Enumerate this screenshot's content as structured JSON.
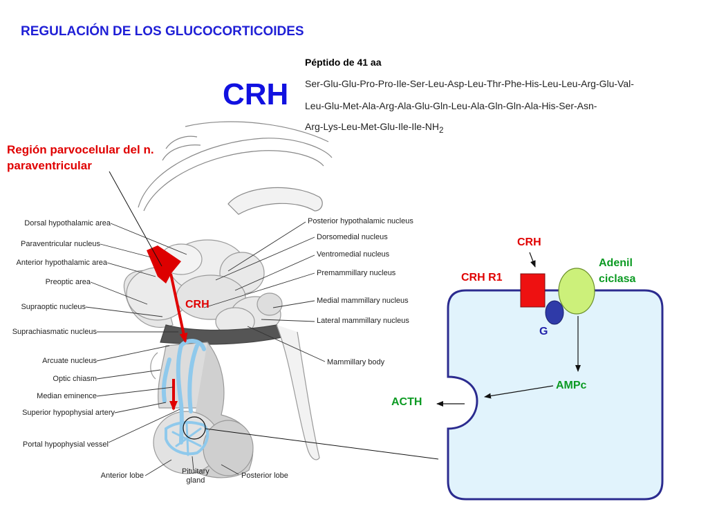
{
  "title": "REGULACIÓN  DE LOS GLUCOCORTICOIDES",
  "hormone": "CRH",
  "peptide": {
    "header": "Péptido de 41 aa",
    "line1": "Ser-Glu-Glu-Pro-Pro-Ile-Ser-Leu-Asp-Leu-Thr-Phe-His-Leu-Leu-Arg-Glu-Val-",
    "line2": "Leu-Glu-Met-Ala-Arg-Ala-Glu-Gln-Leu-Ala-Gln-Gln-Ala-His-Ser-Asn-",
    "line3_main": "Arg-Lys-Leu-Met-Glu-Ile-Ile-NH",
    "line3_sub": "2"
  },
  "region_label": "Región parvocelular del n. paraventricular",
  "anatomy_left": [
    "Dorsal hypothalamic area",
    "Paraventricular nucleus",
    "Anterior hypothalamic area",
    "Preoptic area",
    "Supraoptic nucleus",
    "Suprachiasmatic nucleus",
    "Arcuate nucleus",
    "Optic chiasm",
    "Median eminence",
    "Superior hypophysial artery",
    "Portal hypophysial vessel",
    "Anterior lobe"
  ],
  "anatomy_right": [
    "Posterior hypothalamic nucleus",
    "Dorsomedial nucleus",
    "Ventromedial nucleus",
    "Premammillary nucleus",
    "Medial mammillary nucleus",
    "Lateral mammillary nucleus",
    "Mammillary body",
    "Posterior lobe"
  ],
  "pituitary_label": [
    "Pituitary",
    "gland"
  ],
  "crh_flow_label": "CRH",
  "cell": {
    "ligand": "CRH",
    "receptor": "CRH R1",
    "g_protein": "G",
    "enzyme": [
      "Adenil",
      "ciclasa"
    ],
    "messenger": "AMPc",
    "output": "ACTH"
  },
  "colors": {
    "title": "#1f1fd6",
    "red": "#e00000",
    "green": "#0b9a22",
    "cell_fill": "#e1f3fc",
    "cell_border": "#2b2b8f",
    "enzyme_fill": "#ccf07a",
    "gprotein_fill": "#2f3aa8",
    "vessel": "#8fc9ec"
  }
}
